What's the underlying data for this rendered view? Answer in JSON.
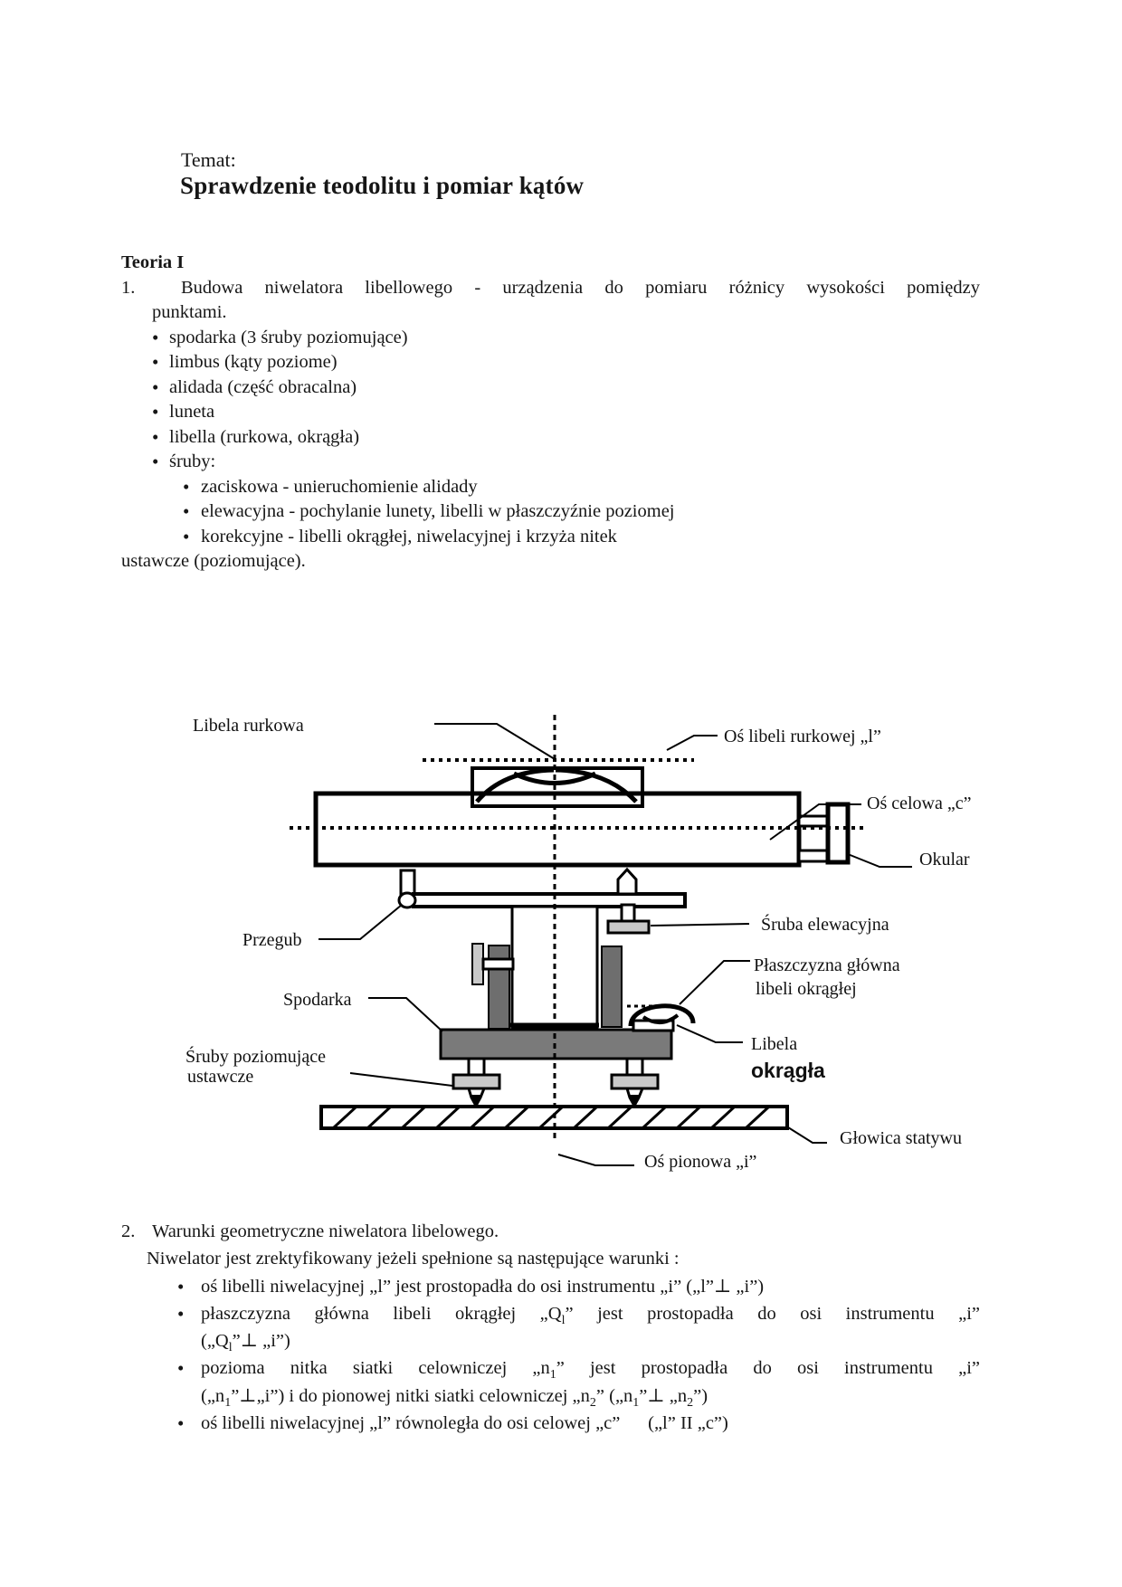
{
  "page": {
    "temat_label": "Temat:",
    "title": "Sprawdzenie teodolitu i pomiar kątów"
  },
  "teoria": {
    "heading": "Teoria I",
    "item1": {
      "number": "1.",
      "line1": "Budowa niwelatora libellowego - urządzenia do pomiaru różnicy wysokości pomiędzy",
      "line2": "punktami."
    },
    "bullets": [
      "spodarka (3 śruby poziomujące)",
      "limbus (kąty poziome)",
      "alidada (część obracalna)",
      "luneta",
      "libella (rurkowa, okrągła)",
      "śruby:"
    ],
    "sub_bullets": [
      "zaciskowa - unieruchomienie alidady",
      "elewacyjna - pochylanie lunety, libelli w płaszczyźnie poziomej",
      "korekcyjne - libelli okrągłej, niwelacyjnej i krzyża nitek"
    ],
    "tail": "ustawcze (poziomujące)."
  },
  "diagram": {
    "labels": {
      "libela_rurkowa": "Libela rurkowa",
      "os_libeli_rurkowej": "Oś libeli rurkowej „l”",
      "os_celowa": "Oś celowa „c”",
      "okular": "Okular",
      "przegub": "Przegub",
      "sruba_elewacyjna": "Śruba elewacyjna",
      "spodarka": "Spodarka",
      "plaszczyzna_glowna_1": "Płaszczyzna główna",
      "plaszczyzna_glowna_2": "libeli okrągłej",
      "sruby_poziomujace_1": "Śruby poziomujące",
      "sruby_poziomujace_2": "ustawcze",
      "libela_okragla_1": "Libela",
      "libela_okragla_2": "okrągła",
      "glowica_statywu": "Głowica statywu",
      "os_pionowa": "Oś pionowa „i”"
    }
  },
  "warunki": {
    "number": "2.",
    "heading": "Warunki geometryczne niwelatora libelowego.",
    "intro": "Niwelator jest zrektyfikowany jeżeli spełnione są następujące warunki :",
    "b1": "oś libelli niwelacyjnej „l” jest prostopadła do osi instrumentu „i” („l”⊥ „i”)",
    "b2_line1": "płaszczyzna główna libeli okrągłej „Q<sub>l</sub>” jest prostopadła do osi instrumentu „i”",
    "b2_line2": "(„Q<sub>l</sub>”⊥ „i”)",
    "b3_line1": "pozioma nitka siatki celowniczej „n<sub>1</sub>” jest prostopadła do osi instrumentu „i”",
    "b3_line2": "(„n<sub>1</sub>”⊥„i”) i do pionowej nitki siatki celowniczej „n<sub>2</sub>” („n<sub>1</sub>”⊥ „n<sub>2</sub>”)",
    "b4": "oś libelli niwelacyjnej „l” równoległa do osi celowej „c”&nbsp;&nbsp;&nbsp;&nbsp;&nbsp;&nbsp;(„l” II „c”)"
  }
}
